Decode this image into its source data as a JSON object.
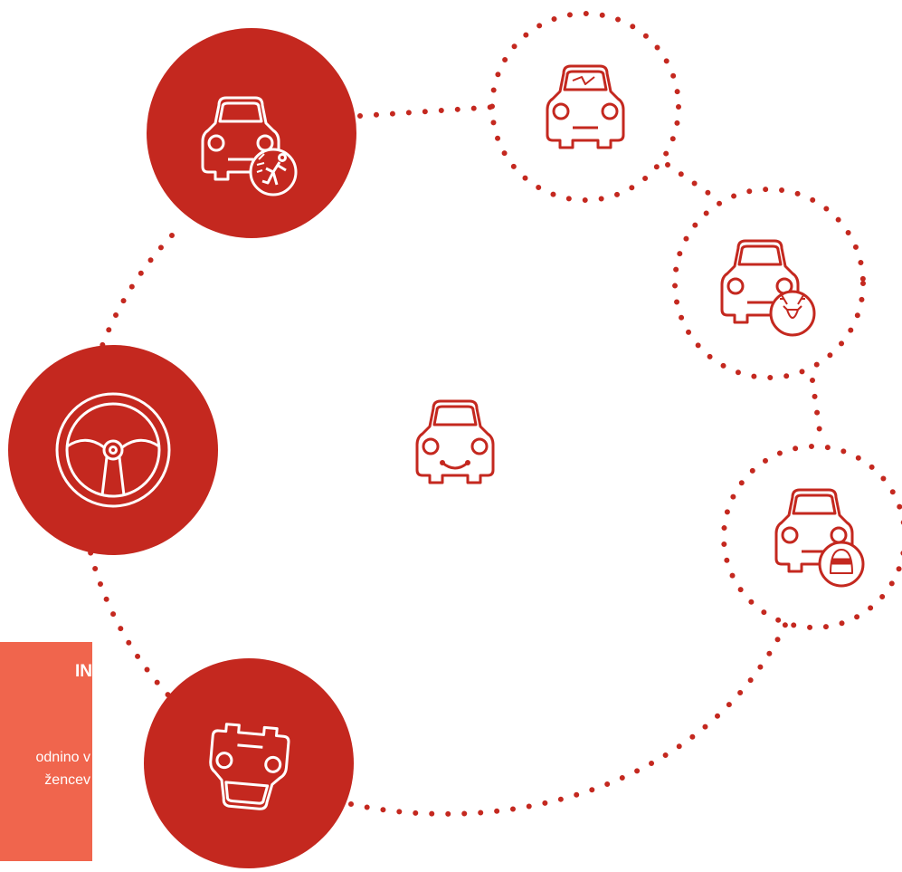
{
  "colors": {
    "primary_red": "#c4281f",
    "callout_orange": "#f0654d",
    "line_white": "#ffffff"
  },
  "icons": [
    "happy-car-icon",
    "car-pedestrian-collision-icon",
    "steering-wheel-icon",
    "overturned-car-icon",
    "cracked-windshield-car-icon",
    "car-deer-collision-icon",
    "car-thief-icon"
  ],
  "callout": {
    "title": "IN",
    "line1": "odnino v",
    "line2": "žencev"
  }
}
